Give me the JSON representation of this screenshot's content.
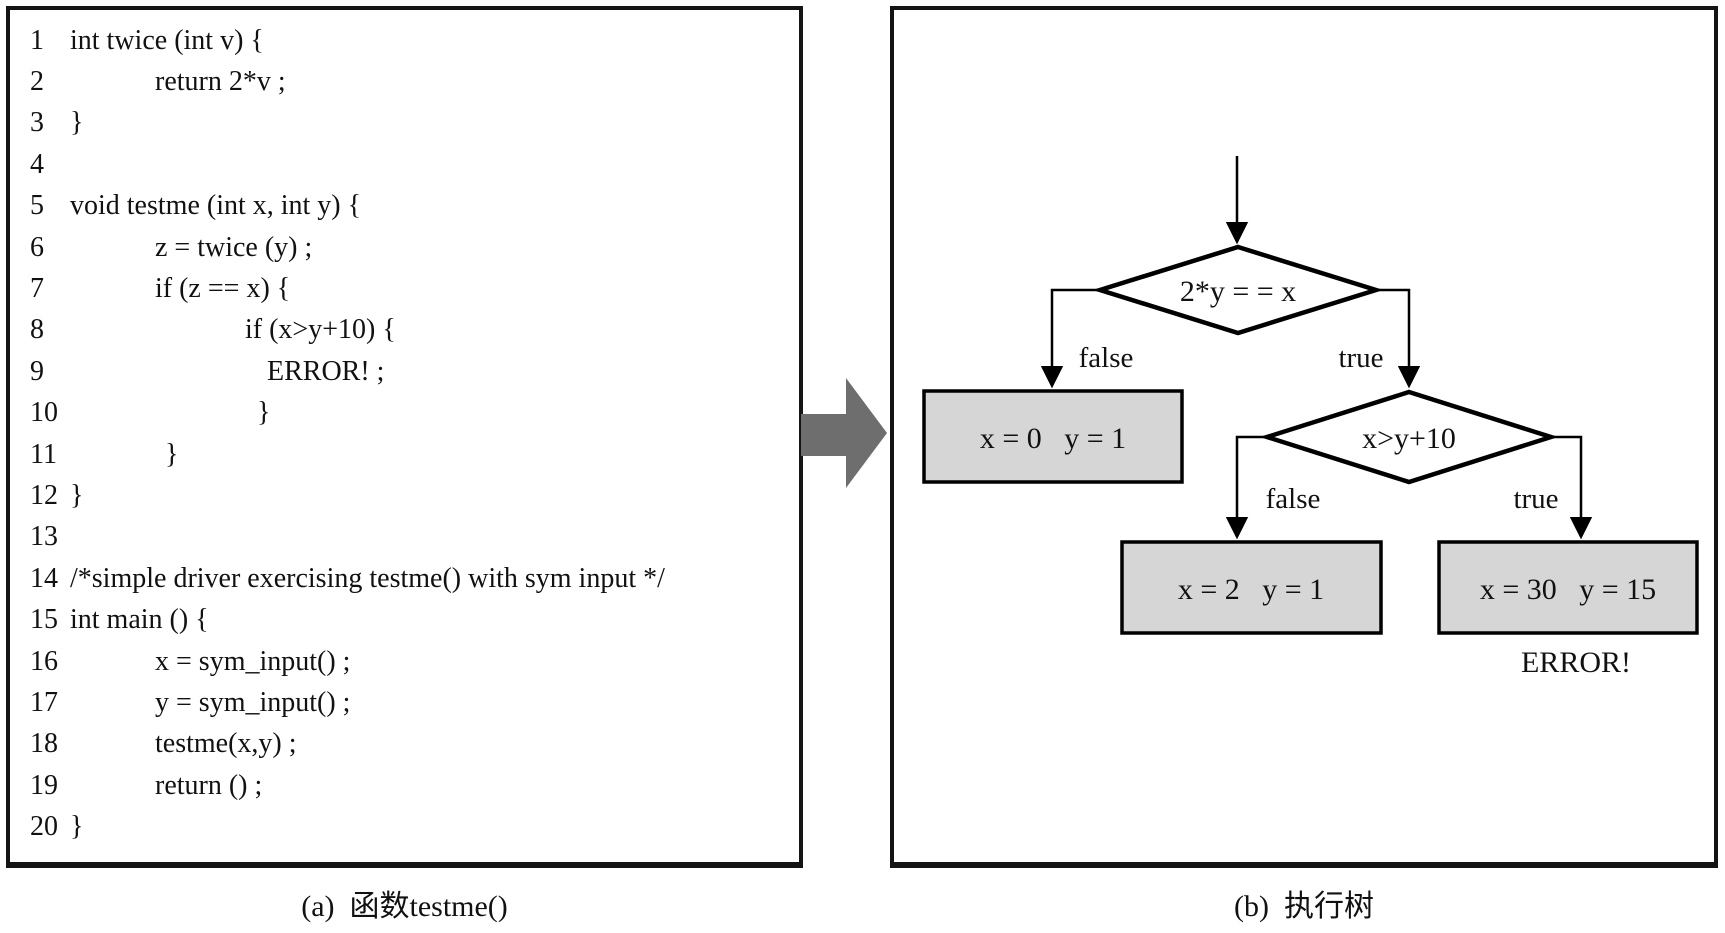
{
  "figure": {
    "caption_a": "(a)  函数testme()",
    "caption_b": "(b)  执行树"
  },
  "code": {
    "lines": [
      {
        "n": "1",
        "text": "int twice (int v) {"
      },
      {
        "n": "2",
        "text": "return 2*v ;"
      },
      {
        "n": "3",
        "text": "}"
      },
      {
        "n": "4",
        "text": ""
      },
      {
        "n": "5",
        "text": "void testme (int x, int y) {"
      },
      {
        "n": "6",
        "text": "z = twice (y) ;"
      },
      {
        "n": "7",
        "text": "if (z == x) {"
      },
      {
        "n": "8",
        "text": "if (x>y+10) {"
      },
      {
        "n": "9",
        "text": "ERROR! ;"
      },
      {
        "n": "10",
        "text": "}"
      },
      {
        "n": "11",
        "text": "}"
      },
      {
        "n": "12",
        "text": "}"
      },
      {
        "n": "13",
        "text": ""
      },
      {
        "n": "14",
        "text": "/*simple driver exercising testme() with sym input */"
      },
      {
        "n": "15",
        "text": "int main () {"
      },
      {
        "n": "16",
        "text": "x = sym_input() ;"
      },
      {
        "n": "17",
        "text": "y = sym_input() ;"
      },
      {
        "n": "18",
        "text": "testme(x,y) ;"
      },
      {
        "n": "19",
        "text": "return () ;"
      },
      {
        "n": "20",
        "text": "}"
      }
    ]
  },
  "tree": {
    "decision1": "2*y = = x",
    "decision1_false": "false",
    "decision1_true": "true",
    "leaf1": "x = 0   y = 1",
    "decision2": "x>y+10",
    "decision2_false": "false",
    "decision2_true": "true",
    "leaf2": "x = 2   y = 1",
    "leaf3": "x = 30   y = 15",
    "error": "ERROR!"
  },
  "colors": {
    "leaf_fill": "#d6d6d6",
    "stroke": "#000000",
    "link_arrow": "#6e6e6e"
  }
}
